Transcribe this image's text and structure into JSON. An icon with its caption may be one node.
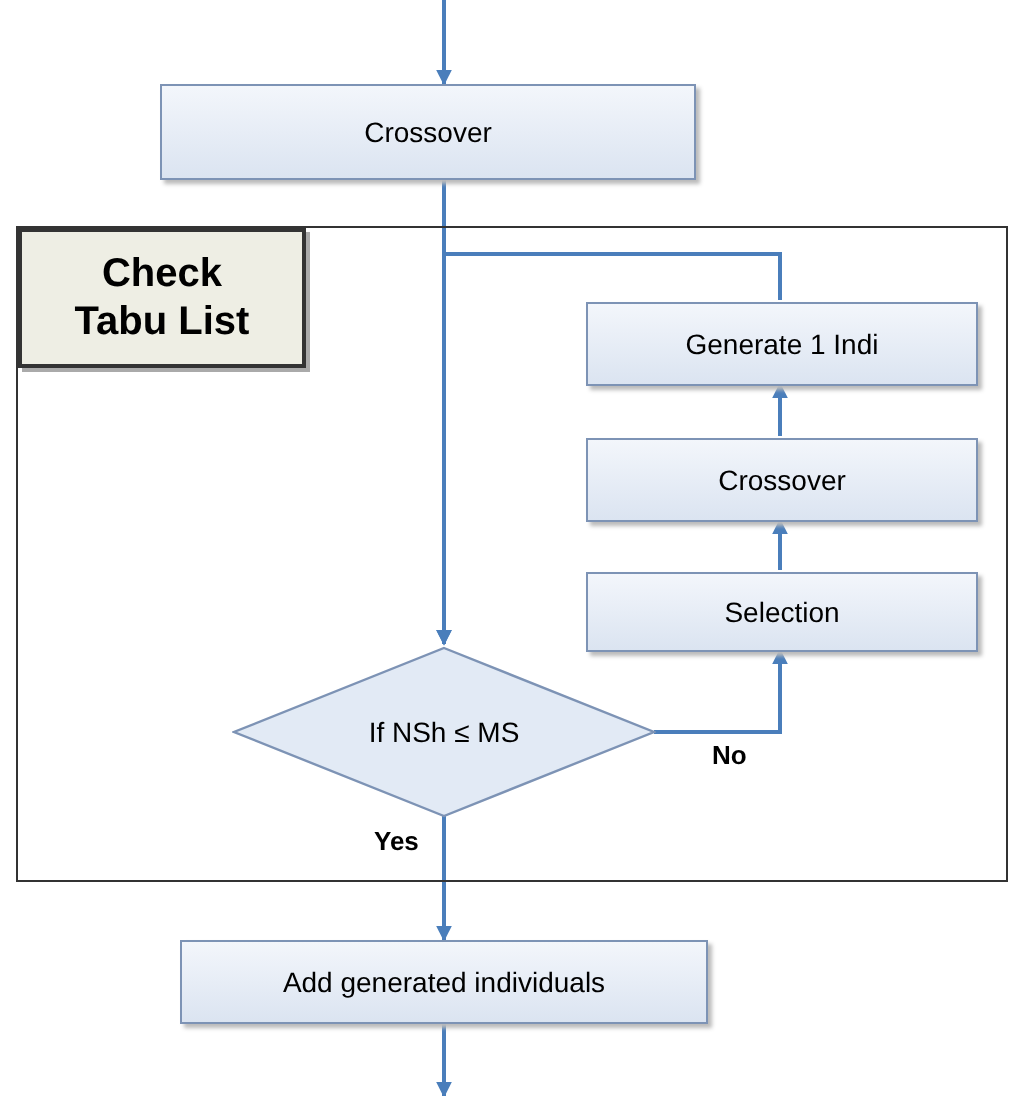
{
  "diagram": {
    "nodes": [
      {
        "text": [
          "Crossover"
        ]
      },
      {
        "text": [
          "Check Tabu List"
        ]
      },
      {
        "text": [
          "Generate 1 Indi"
        ],
        "in": 1
      },
      {
        "text": [
          "Crossover"
        ],
        "in": 1
      },
      {
        "text": [
          "Selection"
        ],
        "in": 1
      },
      {
        "text": [
          "If NSh ≤ MS"
        ],
        "in": 1
      },
      {
        "text": [
          "Add generated individuals"
        ]
      }
    ],
    "edges": [
      {
        "from": null,
        "to": 0,
        "arrow": "to"
      },
      {
        "from": 0,
        "to": 5,
        "arrow": "to"
      },
      {
        "from": 5,
        "to": 4,
        "arrow": "to",
        "label": "No"
      },
      {
        "from": 4,
        "to": 3,
        "arrow": "to"
      },
      {
        "from": 3,
        "to": 2,
        "arrow": "to"
      },
      {
        "from": 2,
        "to": 5,
        "arrow": "to"
      },
      {
        "from": 5,
        "to": 6,
        "arrow": "to",
        "label": "Yes"
      },
      {
        "from": 6,
        "to": null,
        "arrow": "to"
      }
    ]
  }
}
